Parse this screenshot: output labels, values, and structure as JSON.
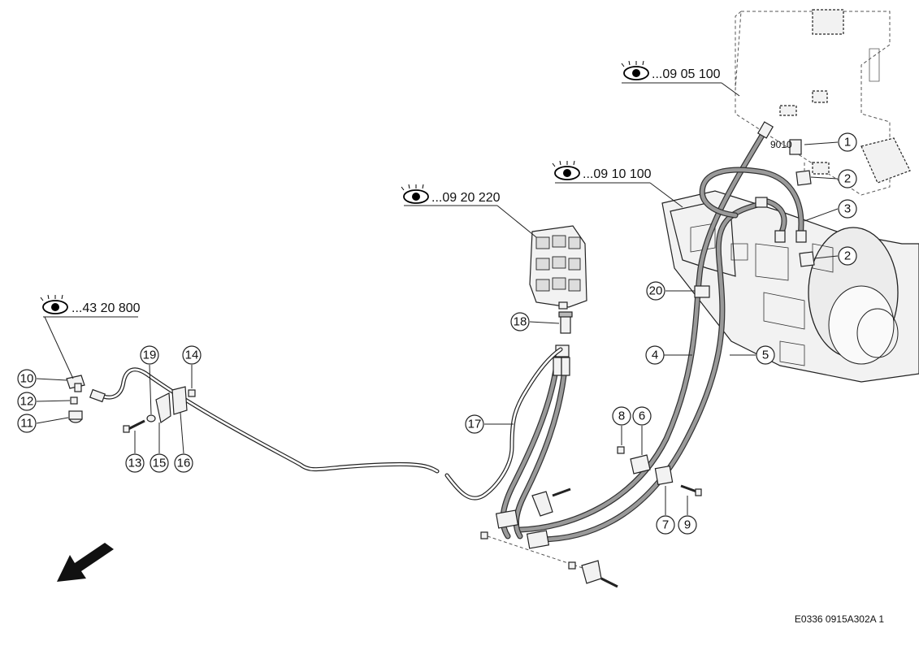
{
  "references": [
    {
      "id": "ref-09-05-100",
      "label": "...09 05 100"
    },
    {
      "id": "ref-09-10-100",
      "label": "...09 10 100"
    },
    {
      "id": "ref-09-20-220",
      "label": "...09 20 220"
    },
    {
      "id": "ref-43-20-800",
      "label": "...43 20 800"
    }
  ],
  "part_note": "9010",
  "callouts": [
    "1",
    "2",
    "2",
    "3",
    "4",
    "5",
    "6",
    "7",
    "8",
    "9",
    "10",
    "11",
    "12",
    "13",
    "14",
    "15",
    "16",
    "17",
    "18",
    "19",
    "20"
  ],
  "document_id": "E0336 0915A302A 1",
  "icons": {
    "reference": "eye-icon",
    "direction": "direction-arrow-icon"
  }
}
